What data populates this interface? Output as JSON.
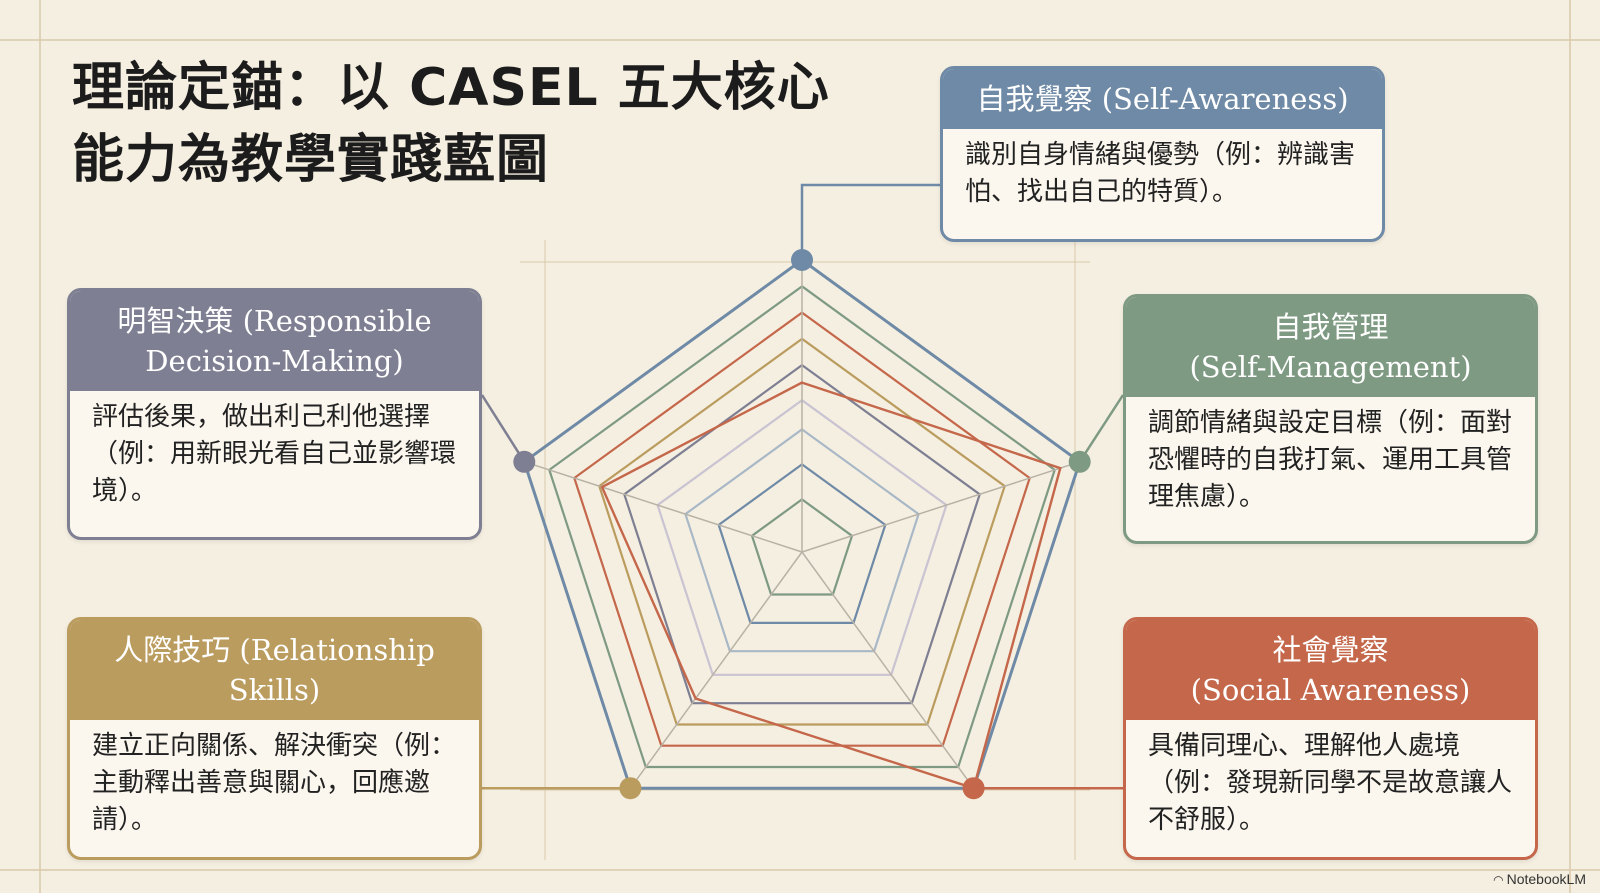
{
  "title": {
    "line1": "理論定錨：以 CASEL 五大核心",
    "line2": "能力為教學實踐藍圖"
  },
  "competencies": [
    {
      "key": "self-awareness",
      "header": "自我覺察 (Self-Awareness)",
      "body": "識別自身情緒與優勢（例：辨識害怕、找出自己的特質）。",
      "color": "#6f8aa6"
    },
    {
      "key": "self-management",
      "header": "自我管理\n(Self-Management)",
      "body": "調節情緒與設定目標（例：面對恐懼時的自我打氣、運用工具管理焦慮）。",
      "color": "#7e9a82"
    },
    {
      "key": "social-awareness",
      "header": "社會覺察\n(Social Awareness)",
      "body": "具備同理心、理解他人處境（例：發現新同學不是故意讓人不舒服）。",
      "color": "#c4674a"
    },
    {
      "key": "relationship-skills",
      "header": "人際技巧 (Relationship Skills)",
      "body": "建立正向關係、解決衝突（例：主動釋出善意與關心，回應邀請）。",
      "color": "#bb9c5f"
    },
    {
      "key": "responsible-decision-making",
      "header": "明智決策 (Responsible Decision-Making)",
      "body": "評估後果，做出利己利他選擇（例：用新眼光看自己並影響環境）。",
      "color": "#7e7f92"
    }
  ],
  "branding": {
    "label": "NotebookLM",
    "icon": "notebooklm-logo-icon"
  },
  "colors": {
    "background": "#f5efe1",
    "grid": "#d9c9ac",
    "radar_lines": [
      "#6f8aa6",
      "#7e9a82",
      "#c4674a",
      "#bb9c5f",
      "#7e7f92",
      "#c9c3d2",
      "#a9b8c7"
    ]
  }
}
